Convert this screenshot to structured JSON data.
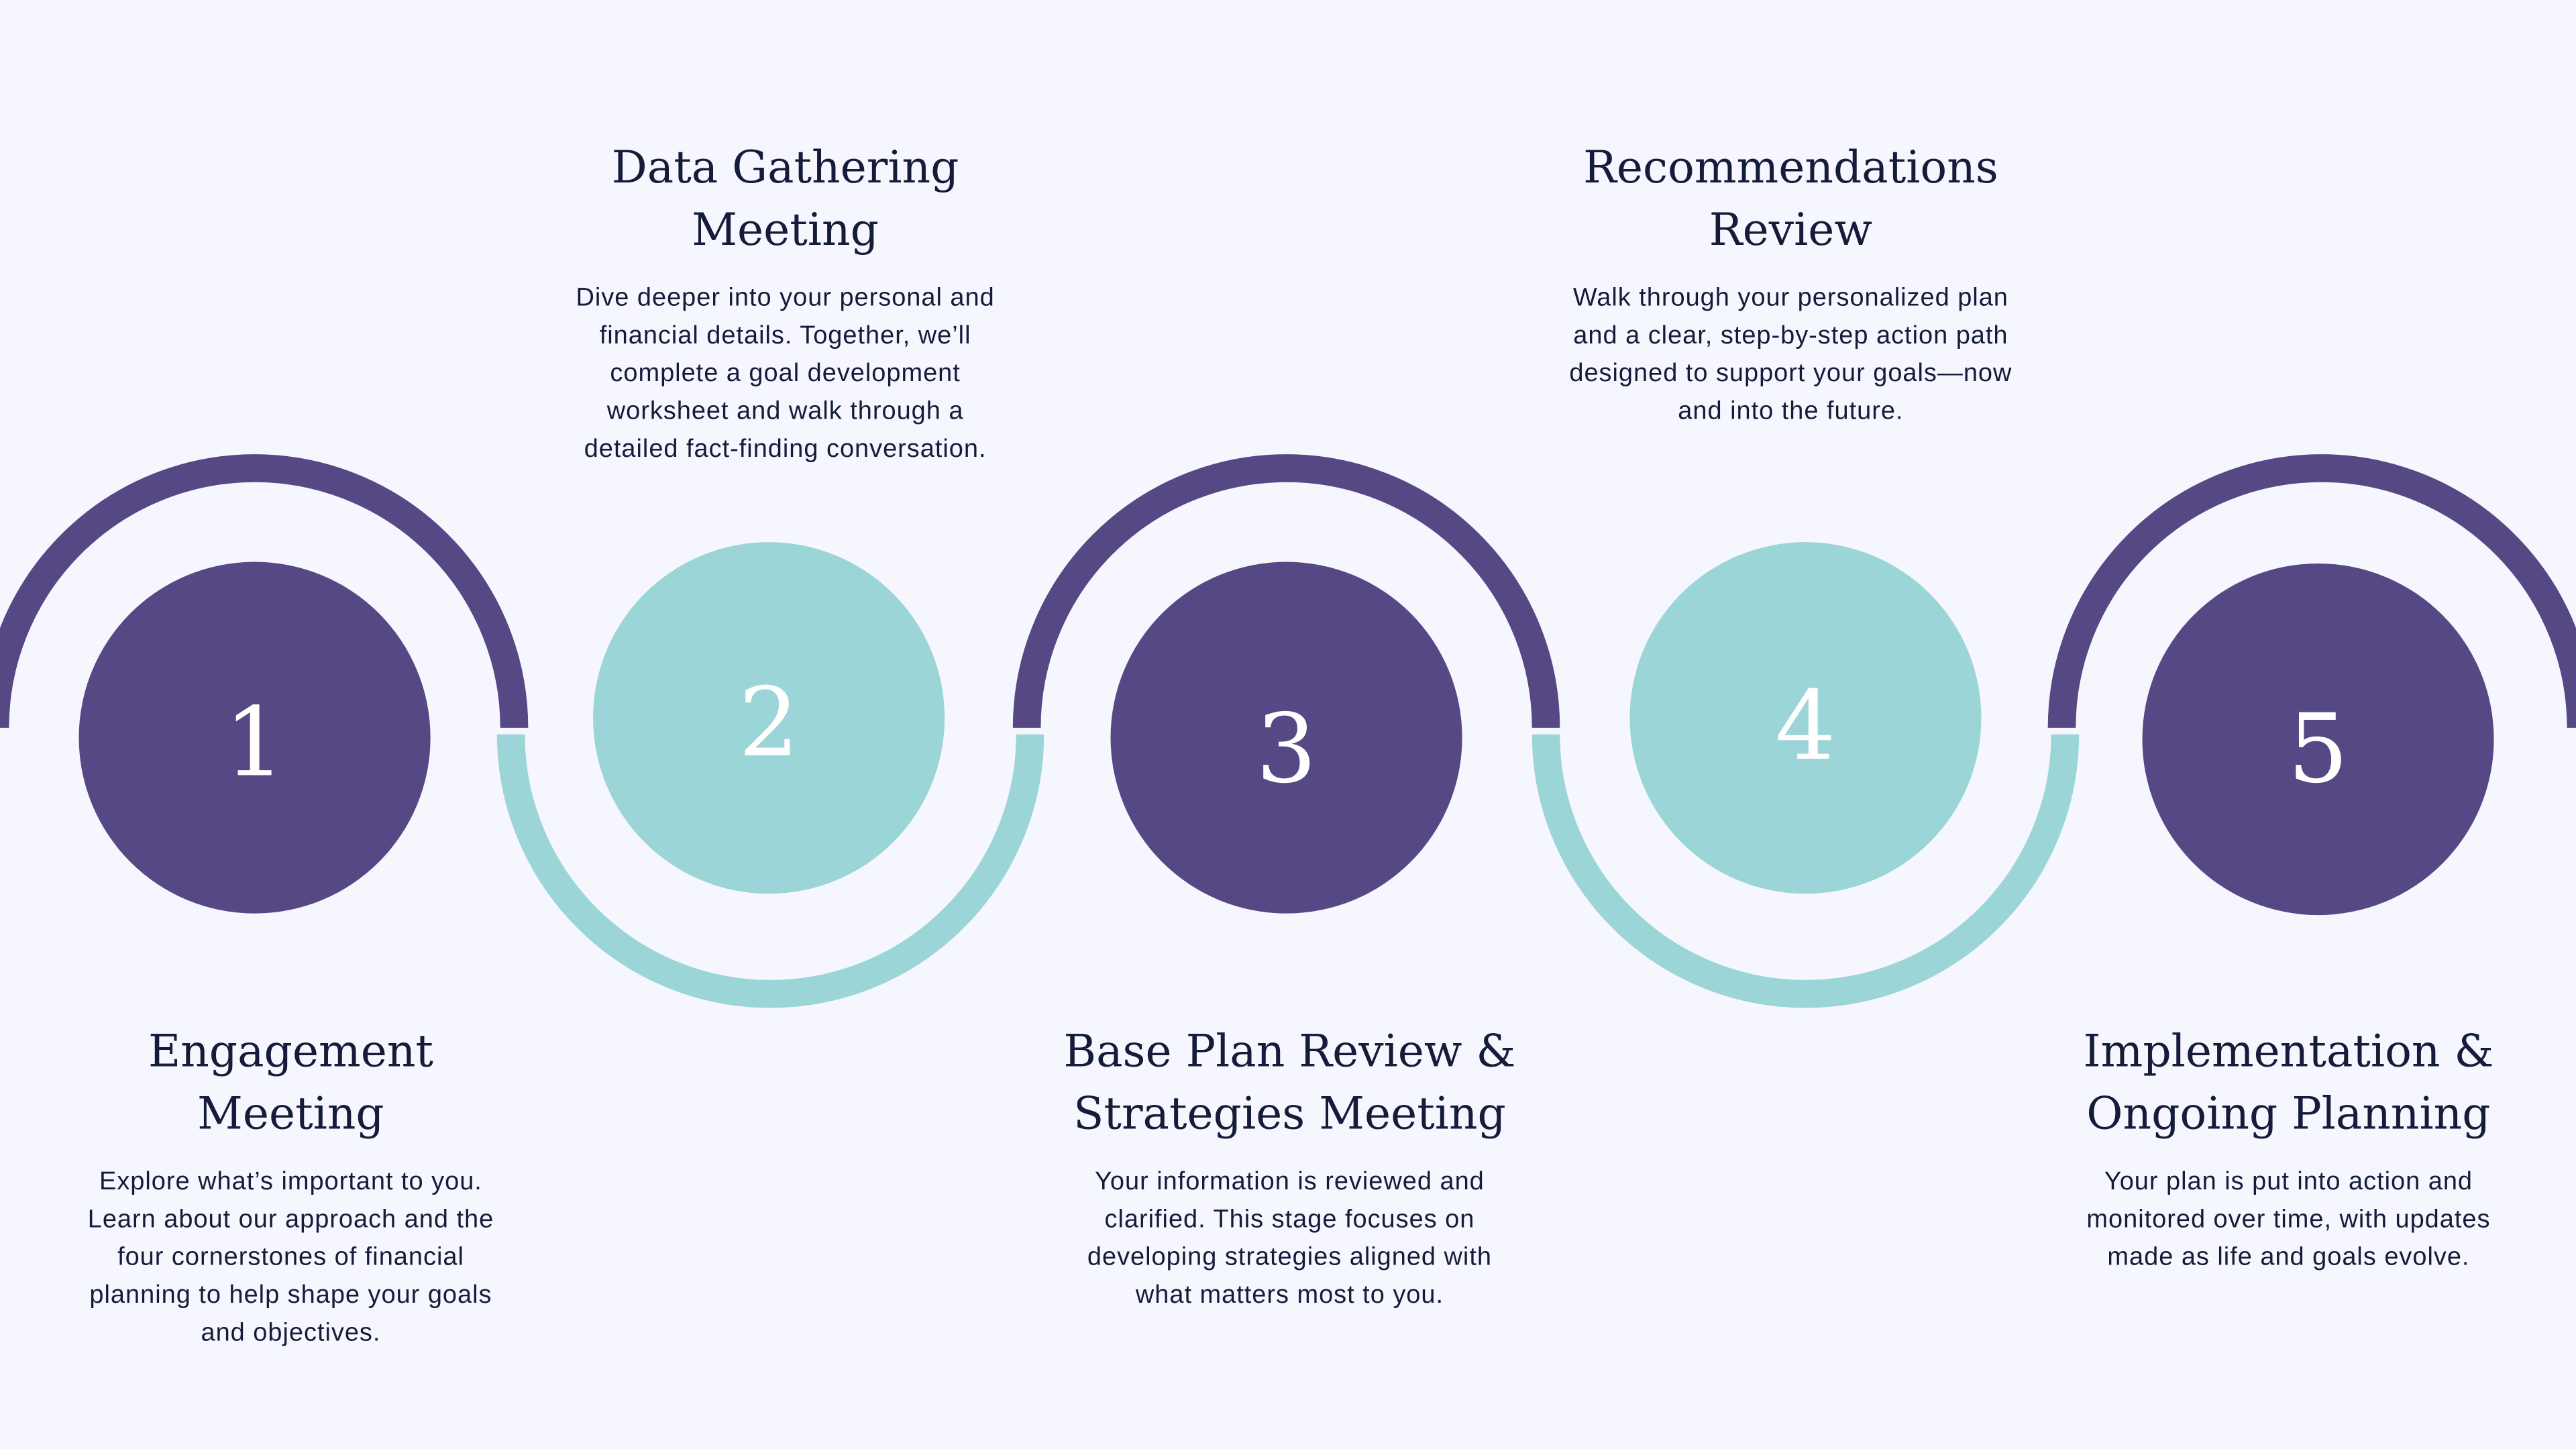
{
  "colors": {
    "purple": "#554884",
    "teal": "#9cd5d7",
    "background": "#f6f7fe",
    "text": "#141c3a"
  },
  "steps": [
    {
      "number": "1",
      "title": [
        "Engagement",
        "Meeting"
      ],
      "body": [
        "Explore what’s important to you.",
        "Learn about our approach and the",
        "four cornerstones of financial",
        "planning to help shape your goals",
        "and objectives."
      ]
    },
    {
      "number": "2",
      "title": [
        "Data Gathering",
        "Meeting"
      ],
      "body": [
        "Dive deeper into your personal and",
        "financial details. Together, we’ll",
        "complete a goal development",
        "worksheet and walk through a",
        "detailed fact-finding conversation."
      ]
    },
    {
      "number": "3",
      "title": [
        "Base Plan Review &",
        "Strategies Meeting"
      ],
      "body": [
        "Your information is reviewed and",
        "clarified. This stage focuses on",
        "developing strategies aligned with",
        "what matters most to you."
      ]
    },
    {
      "number": "4",
      "title": [
        "Recommendations",
        "Review"
      ],
      "body": [
        "Walk through your personalized plan",
        "and a clear, step-by-step action path",
        "designed to support your goals—now",
        "and into the future."
      ]
    },
    {
      "number": "5",
      "title": [
        "Implementation &",
        "Ongoing Planning"
      ],
      "body": [
        "Your plan is put into action and",
        "monitored over time, with updates",
        "made as life and goals evolve."
      ]
    }
  ]
}
